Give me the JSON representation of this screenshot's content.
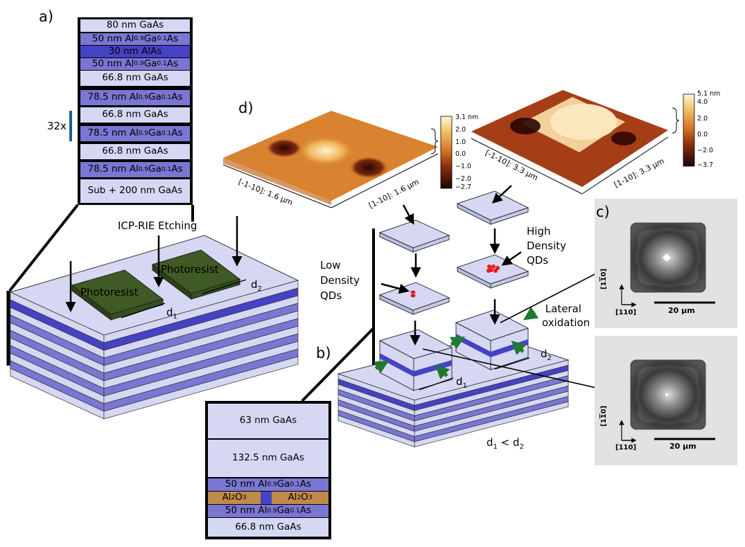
{
  "panel_labels": {
    "a": "a)",
    "b": "b)",
    "c": "c)",
    "d": "d)"
  },
  "stack_a": {
    "layers": [
      {
        "text": "80 nm GaAs"
      },
      {
        "text": "50 nm Al0.9Ga0.1As"
      },
      {
        "text": "30 nm AlAs"
      },
      {
        "text": "50 nm Al0.9Ga0.1As"
      },
      {
        "text": "66.8 nm GaAs"
      },
      {
        "text": "78.5 nm Al0.9Ga0.1As"
      },
      {
        "text": "66.8 nm GaAs"
      },
      {
        "text": "78.5 nm Al0.9Ga0.1As"
      },
      {
        "text": "66.8 nm GaAs"
      },
      {
        "text": "78.5 nm Al0.9Ga0.1As"
      },
      {
        "text": "Sub + 200 nm GaAs"
      }
    ],
    "repeat_label": "32x"
  },
  "etching": {
    "icp_label": "ICP-RIE Etching",
    "photoresist": "Photoresist",
    "d1": "d1",
    "d2": "d2"
  },
  "stack_b": {
    "layers": [
      {
        "text": "63 nm GaAs"
      },
      {
        "text": "132.5 nm GaAs"
      },
      {
        "text": "50 nm Al0.9Ga0.1As"
      },
      {
        "text": "Al2O3"
      },
      {
        "text": "50 nm Al0.9Ga0.1As"
      },
      {
        "text": "66.8 nm GaAs"
      }
    ]
  },
  "growth": {
    "low_density": "Low Density QDs",
    "high_density": "High Density QDs",
    "lateral": "Lateral oxidation",
    "relation": "d1 < d2",
    "d1": "d1",
    "d2": "d2"
  },
  "afm": {
    "left": {
      "axis_x": "[-1-10]: 1.6 µm",
      "axis_y": "[1-10]: 1.6 µm",
      "max": "3.1 nm",
      "ticks": [
        "2.0",
        "1.0",
        "0.0",
        "−1.0",
        "−2.0",
        "−2.7"
      ]
    },
    "right": {
      "axis_x": "[-1-10]: 3.3 µm",
      "axis_y": "[1-10]: 3.3 µm",
      "max": "5.1 nm",
      "ticks": [
        "4.0",
        "2.0",
        "0.0",
        "−2.0",
        "−3.7"
      ]
    }
  },
  "micrographs": {
    "axis_a": "[1-10]",
    "axis_b": "[110]",
    "scale": "20 µm"
  },
  "colors": {
    "layer_light": "#d6d8f3",
    "layer_mid": "#7a76d3",
    "layer_dark": "#4642c4",
    "oxide": "#c08a4c",
    "photoresist": "#3f5a24",
    "arrow_green": "#1f7a2f",
    "qd_red": "#e31b1b"
  }
}
